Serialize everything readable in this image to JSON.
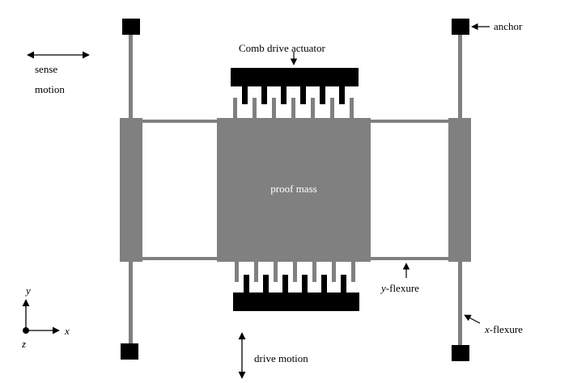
{
  "labels": {
    "anchor": "anchor",
    "comb_drive": "Comb drive actuator",
    "sense_line1": "sense",
    "sense_line2": "motion",
    "proof_mass": "proof mass",
    "y_flexure_var": "y",
    "y_flexure_suffix": "-flexure",
    "x_flexure_var": "x",
    "x_flexure_suffix": "-flexure",
    "drive_motion": "drive motion",
    "axis_y": "y",
    "axis_x": "x",
    "axis_z": "z"
  },
  "colors": {
    "structure": "#808080",
    "anchor": "#000000",
    "comb": "#000000",
    "background": "#ffffff",
    "proof_mass_text": "#ffffff"
  }
}
